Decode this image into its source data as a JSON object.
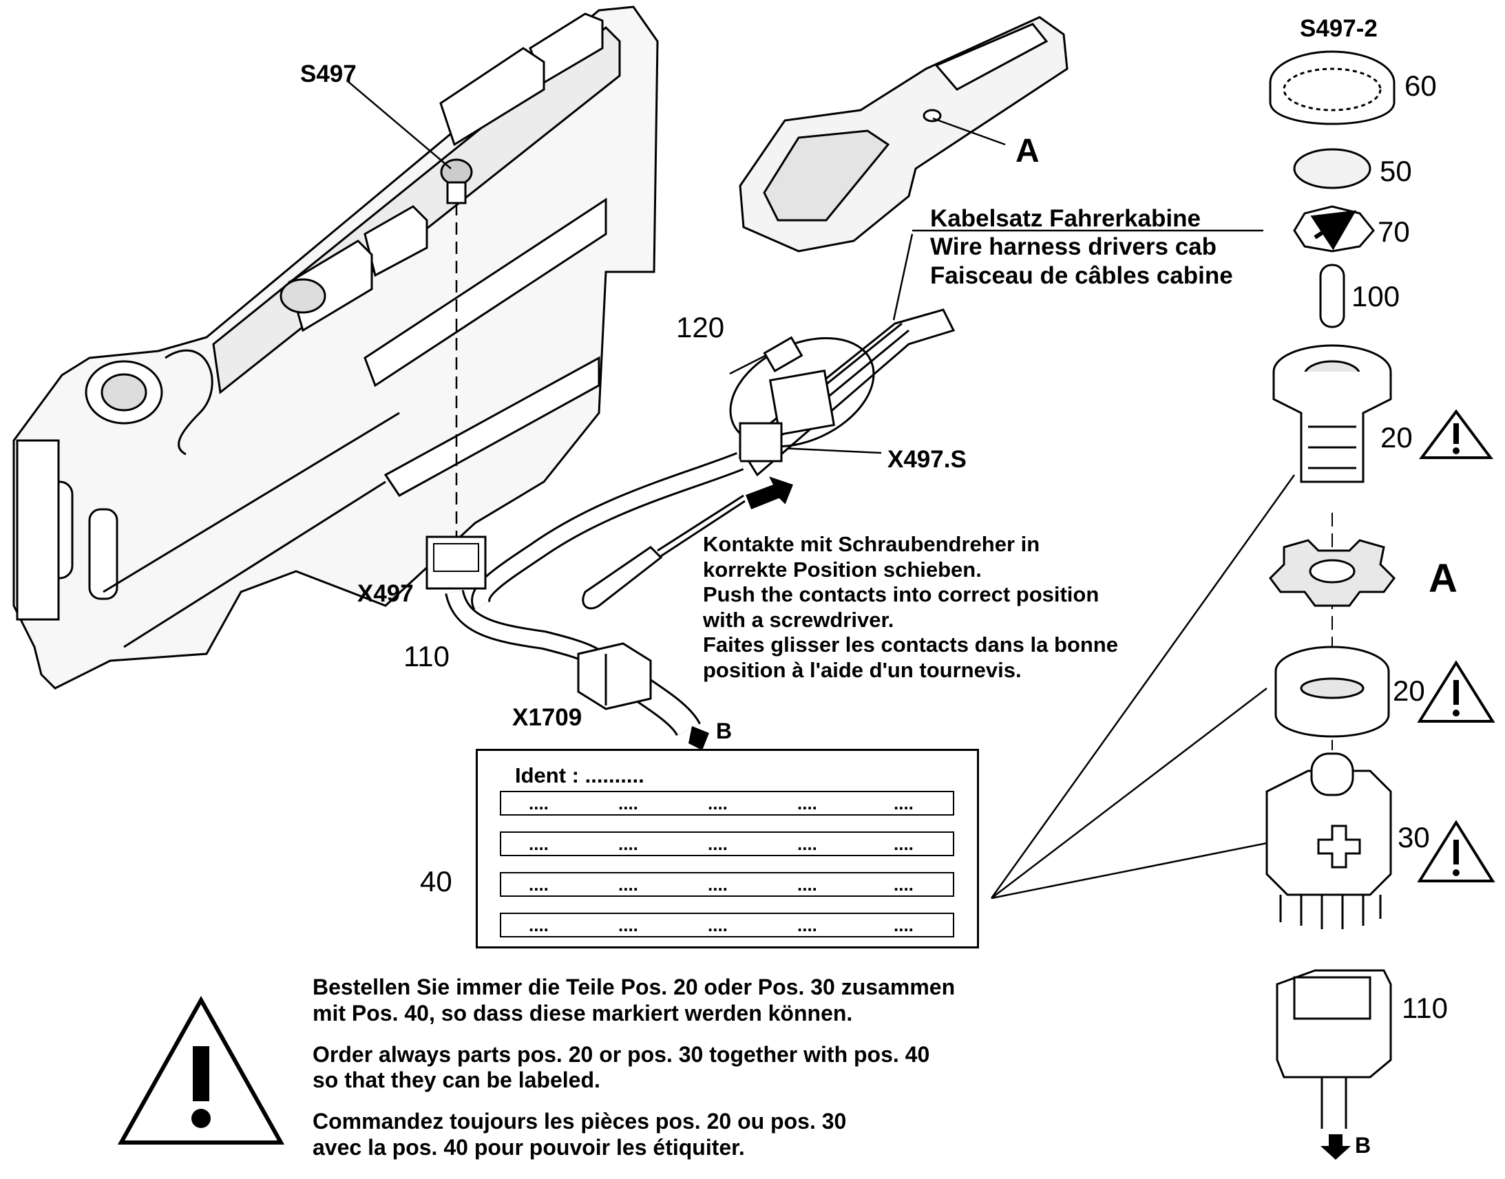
{
  "labels": {
    "s497": "S497",
    "s497_2": "S497-2",
    "a_top": "A",
    "a_mid": "A",
    "x497": "X497",
    "x497s": "X497.S",
    "x1709": "X1709",
    "b1": "B",
    "b2": "B",
    "n120": "120",
    "n110a": "110",
    "n40": "40",
    "n60": "60",
    "n50": "50",
    "n70": "70",
    "n100": "100",
    "n20a": "20",
    "n20b": "20",
    "n30": "30",
    "n110b": "110"
  },
  "harness": {
    "line1": "Kabelsatz Fahrerkabine",
    "line2": "Wire harness drivers cab",
    "line3": "Faisceau de câbles cabine"
  },
  "contacts_note": {
    "line1": "Kontakte mit Schraubendreher in",
    "line2": "korrekte Position schieben.",
    "line3": "Push the contacts into correct position",
    "line4": "with a screwdriver.",
    "line5": "Faites glisser les contacts dans la bonne",
    "line6": "position à l'aide d'un tournevis."
  },
  "ident": {
    "title": "Ident : ..........",
    "dots": "...."
  },
  "order_note": {
    "de1": "Bestellen Sie immer die Teile Pos. 20 oder Pos. 30 zusammen",
    "de2": "mit Pos. 40, so dass diese markiert werden können.",
    "en1": "Order always parts pos. 20 or pos. 30 together with pos. 40",
    "en2": "so that they can be labeled.",
    "fr1": "Commandez toujours les pièces pos. 20 ou pos. 30",
    "fr2": "avec la pos. 40 pour pouvoir les étiquiter."
  },
  "colors": {
    "ink": "#000000",
    "paper": "#ffffff",
    "shade": "#e6e6e6"
  }
}
